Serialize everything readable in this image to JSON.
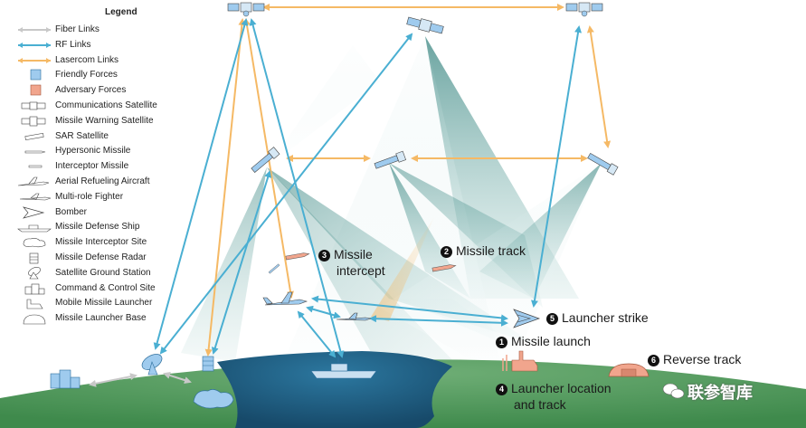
{
  "legend": {
    "title": "Legend",
    "items": [
      {
        "label": "Fiber Links",
        "icon": "fiber-link-icon"
      },
      {
        "label": "RF Links",
        "icon": "rf-link-icon"
      },
      {
        "label": "Lasercom Links",
        "icon": "lasercom-link-icon"
      },
      {
        "label": "Friendly Forces",
        "icon": "friendly-swatch-icon"
      },
      {
        "label": "Adversary Forces",
        "icon": "adversary-swatch-icon"
      },
      {
        "label": "Communications Satellite",
        "icon": "communications-satellite-icon"
      },
      {
        "label": "Missile Warning Satellite",
        "icon": "missile-warning-satellite-icon"
      },
      {
        "label": "SAR Satellite",
        "icon": "sar-satellite-icon"
      },
      {
        "label": "Hypersonic Missile",
        "icon": "hypersonic-missile-icon"
      },
      {
        "label": "Interceptor Missile",
        "icon": "interceptor-missile-icon"
      },
      {
        "label": "Aerial Refueling Aircraft",
        "icon": "refueling-aircraft-icon"
      },
      {
        "label": "Multi-role Fighter",
        "icon": "fighter-icon"
      },
      {
        "label": "Bomber",
        "icon": "bomber-icon"
      },
      {
        "label": "Missile Defense Ship",
        "icon": "ship-icon"
      },
      {
        "label": "Missile Interceptor Site",
        "icon": "interceptor-site-icon"
      },
      {
        "label": "Missile Defense Radar",
        "icon": "radar-icon"
      },
      {
        "label": "Satellite Ground Station",
        "icon": "ground-station-icon"
      },
      {
        "label": "Command & Control Site",
        "icon": "command-site-icon"
      },
      {
        "label": "Mobile Missile Launcher",
        "icon": "mobile-launcher-icon"
      },
      {
        "label": "Missile Launcher Base",
        "icon": "launcher-base-icon"
      }
    ]
  },
  "steps": [
    {
      "num": "1",
      "label": "Missile launch"
    },
    {
      "num": "2",
      "label": "Missile track"
    },
    {
      "num": "3",
      "label_line1": "Missile",
      "label_line2": "intercept"
    },
    {
      "num": "4",
      "label_line1": "Launcher location",
      "label_line2": "and track"
    },
    {
      "num": "5",
      "label": "Launcher strike"
    },
    {
      "num": "6",
      "label": "Reverse track"
    }
  ],
  "watermark": "联参智库",
  "colors": {
    "fiber": "#c8c8c8",
    "rf": "#4aafd2",
    "lasercom": "#f5b965",
    "friendly": "#9fcbee",
    "adversary": "#f1a58d",
    "land": "#4c9a59",
    "ocean": "#1f5f84",
    "beam": "#3e8c86"
  }
}
